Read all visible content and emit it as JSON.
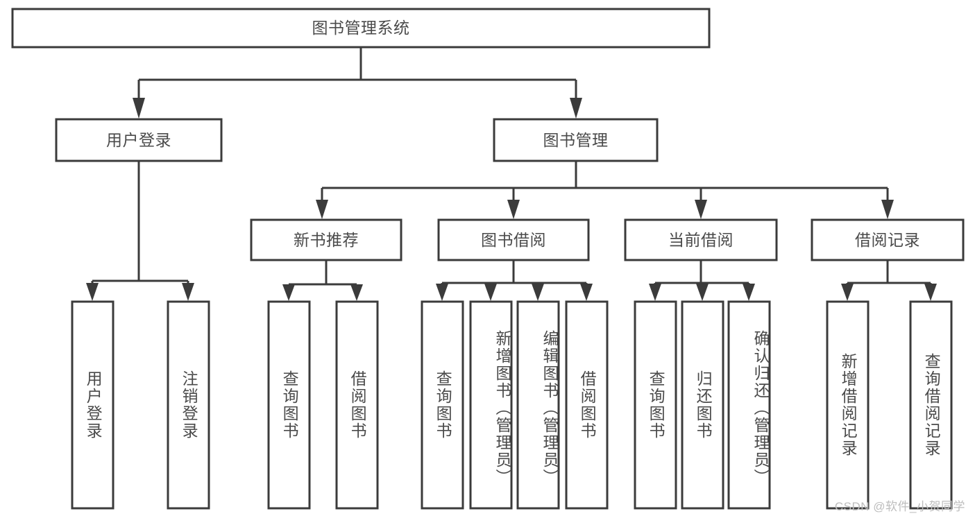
{
  "diagram": {
    "type": "tree",
    "title": "图书管理系统",
    "watermark": "CSDN @软件_小贺同学",
    "style": {
      "box_fill": "#ffffff",
      "box_stroke": "#3b3b3b",
      "text_color": "#4a4a4a",
      "background": "#ffffff",
      "watermark_color": "#bdbdbd"
    },
    "nodes": {
      "root": {
        "label": "图书管理系统",
        "level": 0,
        "orientation": "horizontal"
      },
      "l1": [
        {
          "id": "user-login",
          "label": "用户登录",
          "orientation": "horizontal"
        },
        {
          "id": "book-manage",
          "label": "图书管理",
          "orientation": "horizontal"
        }
      ],
      "l2_book_manage": [
        {
          "id": "new-book-recommend",
          "label": "新书推荐",
          "orientation": "horizontal"
        },
        {
          "id": "book-borrow",
          "label": "图书借阅",
          "orientation": "horizontal"
        },
        {
          "id": "current-borrow",
          "label": "当前借阅",
          "orientation": "horizontal"
        },
        {
          "id": "borrow-record",
          "label": "借阅记录",
          "orientation": "horizontal"
        }
      ],
      "leaves_user_login": [
        {
          "id": "leaf-user-login",
          "label": "用户登录",
          "orientation": "vertical"
        },
        {
          "id": "leaf-logout-login",
          "label": "注销登录",
          "orientation": "vertical"
        }
      ],
      "leaves_new_book_recommend": [
        {
          "id": "leaf-query-book-1",
          "label": "查询图书",
          "orientation": "vertical"
        },
        {
          "id": "leaf-borrow-book-1",
          "label": "借阅图书",
          "orientation": "vertical"
        }
      ],
      "leaves_book_borrow": [
        {
          "id": "leaf-query-book-2",
          "label": "查询图书",
          "orientation": "vertical"
        },
        {
          "id": "leaf-add-book",
          "label": "新增图书（管理员）",
          "orientation": "vertical"
        },
        {
          "id": "leaf-edit-book",
          "label": "编辑图书（管理员）",
          "orientation": "vertical"
        },
        {
          "id": "leaf-borrow-book-2",
          "label": "借阅图书",
          "orientation": "vertical"
        }
      ],
      "leaves_current_borrow": [
        {
          "id": "leaf-query-book-3",
          "label": "查询图书",
          "orientation": "vertical"
        },
        {
          "id": "leaf-return-book",
          "label": "归还图书",
          "orientation": "vertical"
        },
        {
          "id": "leaf-confirm-return",
          "label": "确认归还（管理员）",
          "orientation": "vertical"
        }
      ],
      "leaves_borrow_record": [
        {
          "id": "leaf-add-borrow-record",
          "label": "新增借阅记录",
          "orientation": "vertical"
        },
        {
          "id": "leaf-query-borrow-record",
          "label": "查询借阅记录",
          "orientation": "vertical"
        }
      ]
    },
    "edges": [
      {
        "from": "图书管理系统",
        "to": "用户登录"
      },
      {
        "from": "图书管理系统",
        "to": "图书管理"
      },
      {
        "from": "用户登录",
        "to": "用户登录"
      },
      {
        "from": "用户登录",
        "to": "注销登录"
      },
      {
        "from": "图书管理",
        "to": "新书推荐"
      },
      {
        "from": "图书管理",
        "to": "图书借阅"
      },
      {
        "from": "图书管理",
        "to": "当前借阅"
      },
      {
        "from": "图书管理",
        "to": "借阅记录"
      },
      {
        "from": "新书推荐",
        "to": "查询图书"
      },
      {
        "from": "新书推荐",
        "to": "借阅图书"
      },
      {
        "from": "图书借阅",
        "to": "查询图书"
      },
      {
        "from": "图书借阅",
        "to": "新增图书（管理员）"
      },
      {
        "from": "图书借阅",
        "to": "编辑图书（管理员）"
      },
      {
        "from": "图书借阅",
        "to": "借阅图书"
      },
      {
        "from": "当前借阅",
        "to": "查询图书"
      },
      {
        "from": "当前借阅",
        "to": "归还图书"
      },
      {
        "from": "当前借阅",
        "to": "确认归还（管理员）"
      },
      {
        "from": "借阅记录",
        "to": "新增借阅记录"
      },
      {
        "from": "借阅记录",
        "to": "查询借阅记录"
      }
    ]
  }
}
